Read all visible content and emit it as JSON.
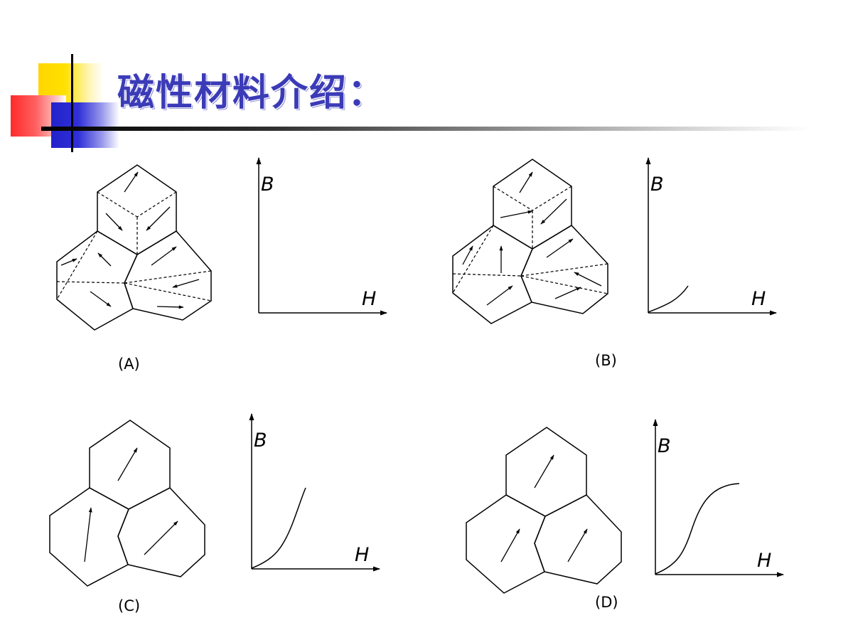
{
  "title": "磁性材料介绍：",
  "colors": {
    "title": "#3b3bb8",
    "deco_yellow": "#ffd600",
    "deco_red": "#ff3030",
    "deco_blue": "#2b2bd0",
    "rule": "#000000",
    "line": "#000000"
  },
  "panels": [
    {
      "id": "A",
      "label": "(A)",
      "y_axis": "B",
      "x_axis": "H"
    },
    {
      "id": "B",
      "label": "(B)",
      "y_axis": "B",
      "x_axis": "H"
    },
    {
      "id": "C",
      "label": "(C)",
      "y_axis": "B",
      "x_axis": "H"
    },
    {
      "id": "D",
      "label": "(D)",
      "y_axis": "B",
      "x_axis": "H"
    }
  ]
}
